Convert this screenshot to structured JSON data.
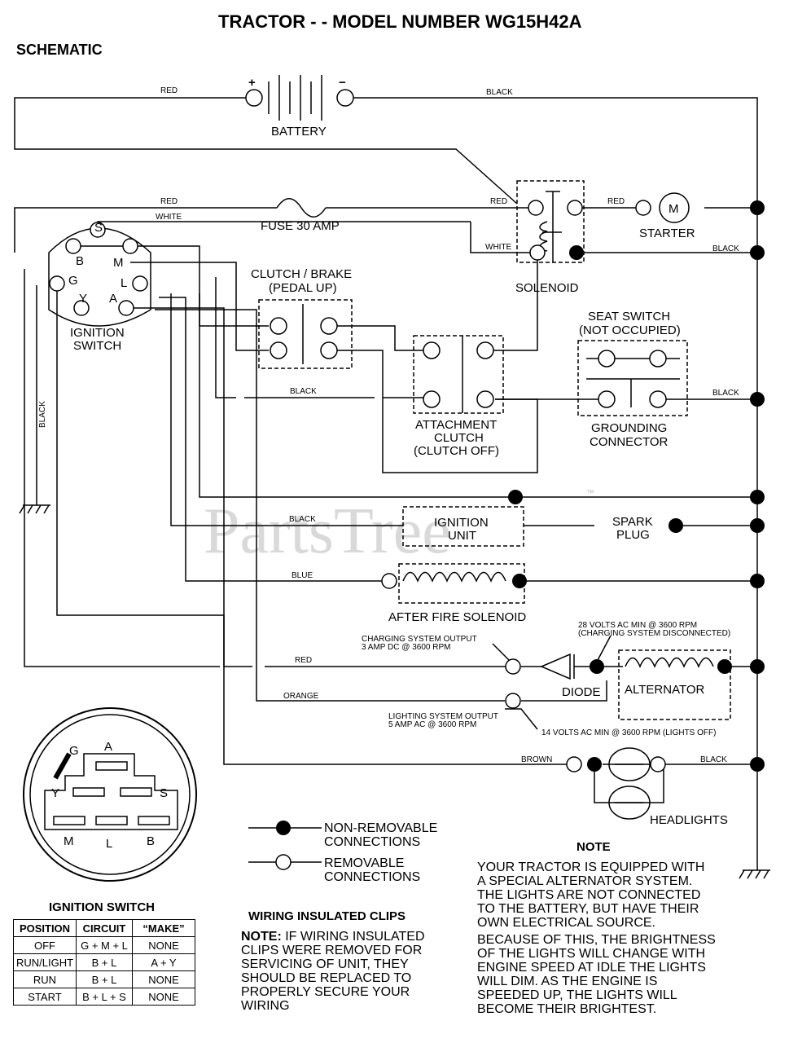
{
  "title": "TRACTOR - - MODEL NUMBER WG15H42A",
  "section": "SCHEMATIC",
  "watermark": "PartsTree",
  "watermark_tm": "™",
  "components": {
    "battery": "BATTERY",
    "battery_plus": "+",
    "battery_minus": "−",
    "fuse": "FUSE 30 AMP",
    "solenoid": "SOLENOID",
    "starter": "STARTER",
    "starter_m": "M",
    "ignition_switch_line1": "IGNITION",
    "ignition_switch_line2": "SWITCH",
    "clutch_brake_line1": "CLUTCH / BRAKE",
    "clutch_brake_line2": "(PEDAL UP)",
    "seat_switch_line1": "SEAT SWITCH",
    "seat_switch_line2": "(NOT OCCUPIED)",
    "attachment_line1": "ATTACHMENT",
    "attachment_line2": "CLUTCH",
    "attachment_line3": "(CLUTCH OFF)",
    "grounding_line1": "GROUNDING",
    "grounding_line2": "CONNECTOR",
    "ignition_unit_line1": "IGNITION",
    "ignition_unit_line2": "UNIT",
    "spark_line1": "SPARK",
    "spark_line2": "PLUG",
    "after_fire": "AFTER FIRE SOLENOID",
    "diode": "DIODE",
    "alternator": "ALTERNATOR",
    "headlights": "HEADLIGHTS"
  },
  "terminals": {
    "S": "S",
    "B": "B",
    "M": "M",
    "G": "G",
    "L": "L",
    "Y": "Y",
    "A": "A"
  },
  "wires": {
    "red": "RED",
    "black": "BLACK",
    "white": "WHITE",
    "blue": "BLUE",
    "orange": "ORANGE",
    "brown": "BROWN"
  },
  "annotations": {
    "volts28_line1": "28 VOLTS AC MIN  @  3600 RPM",
    "volts28_line2": "(CHARGING SYSTEM DISCONNECTED)",
    "charging_line1": "CHARGING SYSTEM OUTPUT",
    "charging_line2": "3 AMP DC  @  3600 RPM",
    "lighting_line1": "LIGHTING SYSTEM OUTPUT",
    "lighting_line2": "5 AMP AC  @  3600 RPM",
    "volts14": "14 VOLTS AC MIN   @  3600 RPM (LIGHTS OFF)"
  },
  "legend": {
    "nonremovable_line1": "NON-REMOVABLE",
    "nonremovable_line2": "CONNECTIONS",
    "removable_line1": "REMOVABLE",
    "removable_line2": "CONNECTIONS"
  },
  "ignition_table": {
    "title": "IGNITION SWITCH",
    "headers": [
      "POSITION",
      "CIRCUIT",
      "“MAKE”"
    ],
    "rows": [
      [
        "OFF",
        "G + M + L",
        "NONE"
      ],
      [
        "RUN/LIGHT",
        "B + L",
        "A + Y"
      ],
      [
        "RUN",
        "B + L",
        "NONE"
      ],
      [
        "START",
        "B + L + S",
        "NONE"
      ]
    ]
  },
  "clips": {
    "title": "WIRING INSULATED CLIPS",
    "note_label": "NOTE:",
    "lines": [
      " IF WIRING INSULATED",
      "CLIPS WERE REMOVED FOR",
      "SERVICING OF UNIT, THEY",
      "SHOULD BE REPLACED TO",
      "PROPERLY SECURE YOUR",
      "WIRING"
    ]
  },
  "note": {
    "title": "NOTE",
    "lines": [
      "YOUR TRACTOR IS EQUIPPED WITH",
      "A SPECIAL ALTERNATOR SYSTEM.",
      "THE LIGHTS ARE NOT CONNECTED",
      "TO  THE BATTERY, BUT HAVE THEIR",
      "OWN ELECTRICAL SOURCE.",
      "BECAUSE OF THIS, THE BRIGHTNESS",
      "OF THE LIGHTS WILL CHANGE WITH",
      "ENGINE SPEED   AT IDLE THE LIGHTS",
      "WILL DIM.  AS THE ENGINE IS",
      "SPEEDED UP, THE LIGHTS WILL",
      "BECOME THEIR BRIGHTEST."
    ]
  }
}
